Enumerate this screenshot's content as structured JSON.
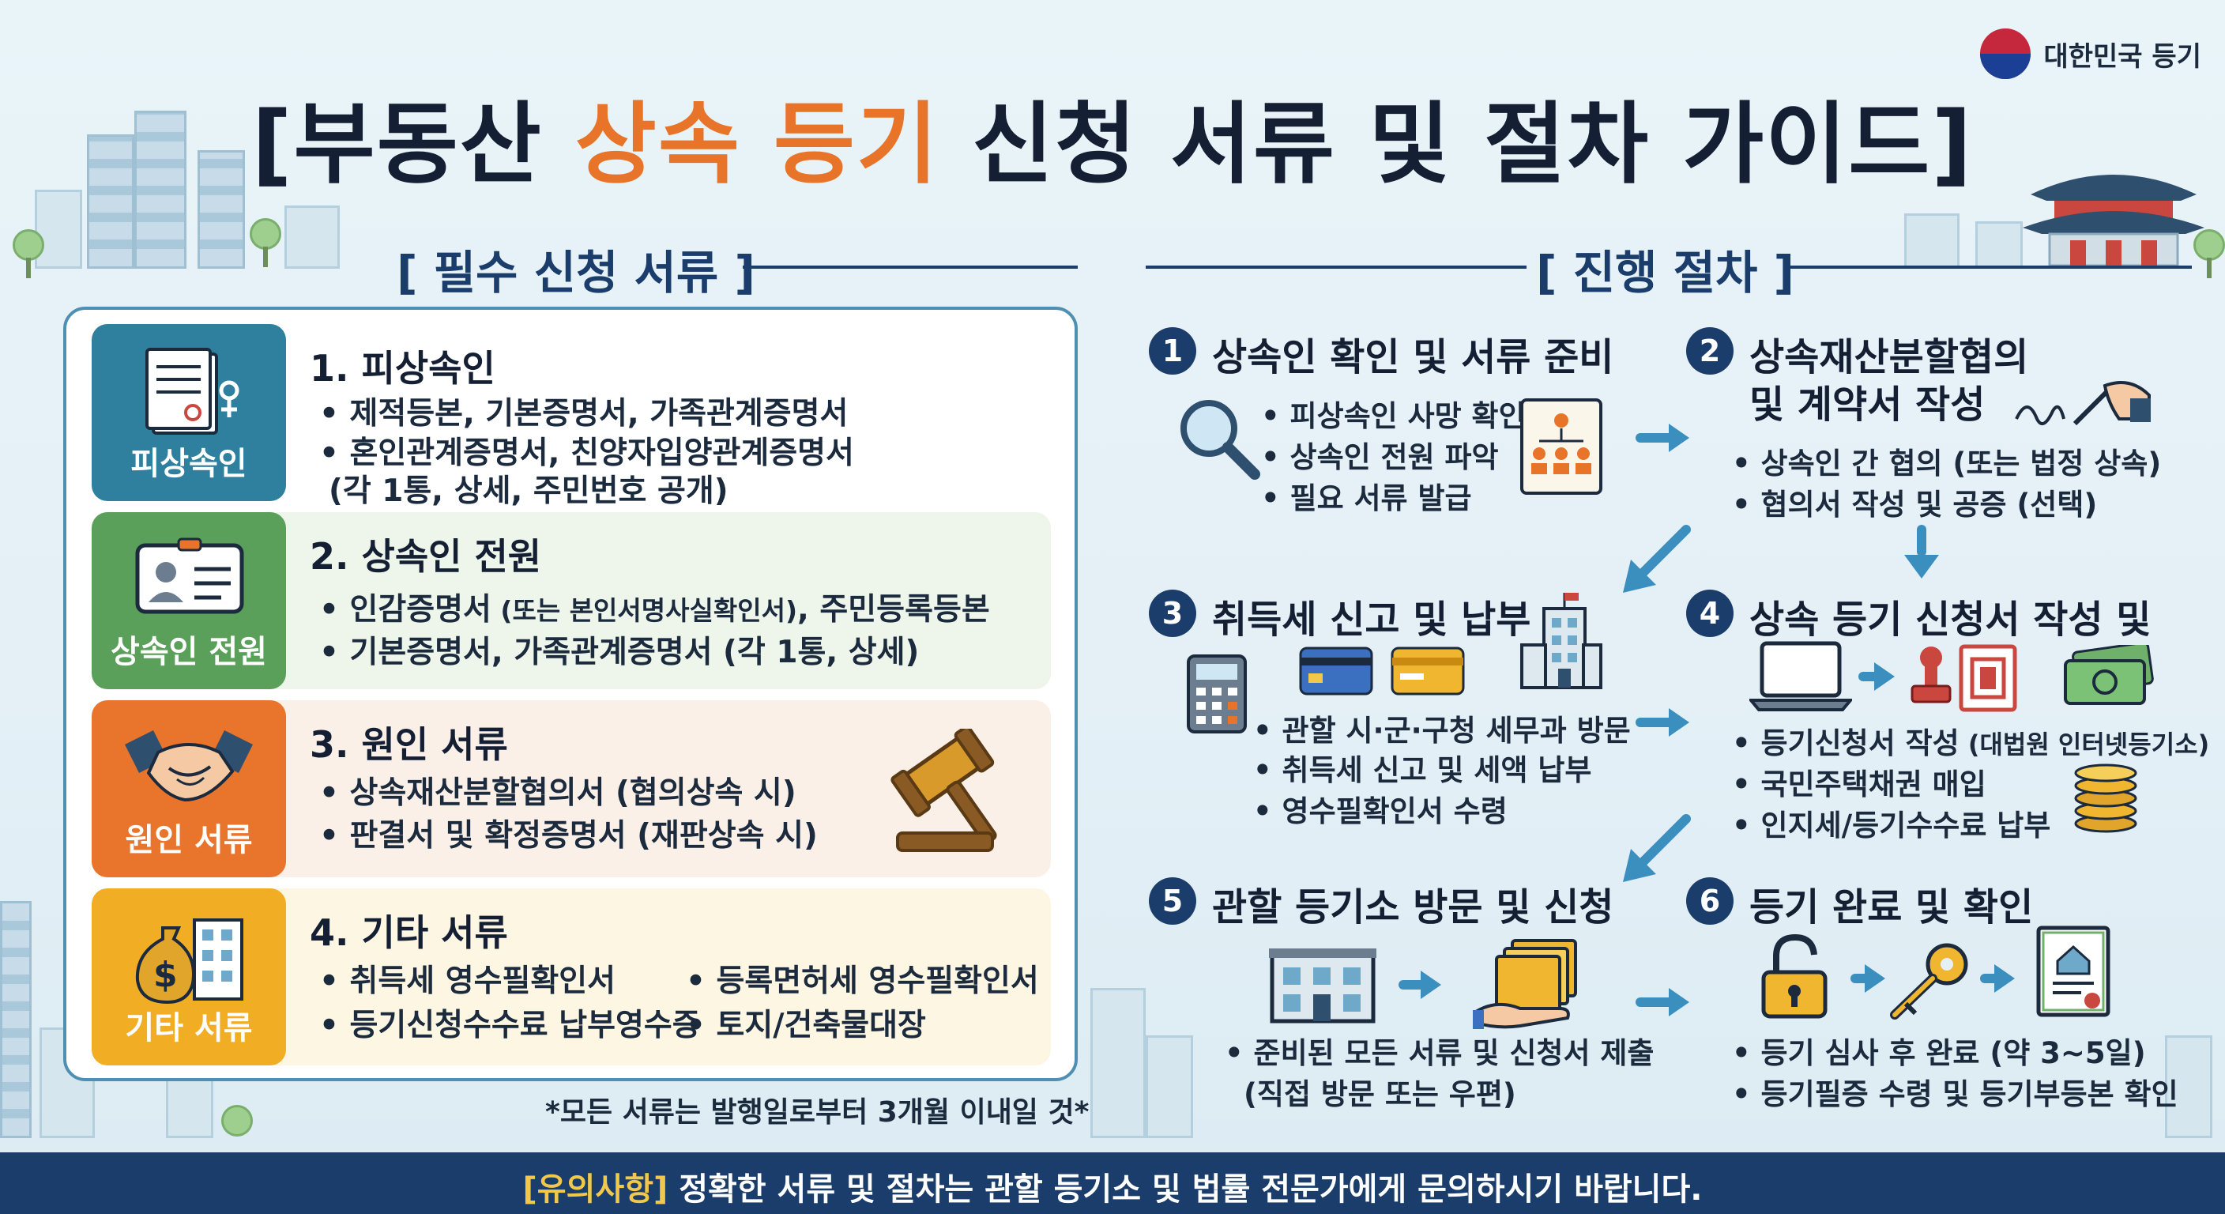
{
  "header": {
    "title_pre": "[부동산 ",
    "title_accent": "상속 등기",
    "title_post": " 신청 서류 및 절차 가이드]",
    "org_name": "대한민국 등기"
  },
  "colors": {
    "navy": "#1a3d6b",
    "accent_orange": "#e8742a",
    "badge_teal": "#2f7f9f",
    "badge_green": "#5aa05a",
    "badge_orange": "#e9742c",
    "badge_yellow": "#f1ad23",
    "arrow_blue": "#3b8fbf"
  },
  "documents": {
    "heading": "[ 필수 신청 서류 ]",
    "footnote": "*모든 서류는 발행일로부터 3개월 이내일 것*",
    "items": [
      {
        "badge": "피상속인",
        "icon": "document-gender-icon",
        "title": "1. 피상속인",
        "lines": [
          "제적등본, 기본증명서, 가족관계증명서",
          "혼인관계증명서, 친양자입양관계증명서",
          "(각 1통, 상세, 주민번호 공개)"
        ]
      },
      {
        "badge": "상속인 전원",
        "icon": "id-card-icon",
        "title": "2. 상속인 전원",
        "line1_main": "인감증명서",
        "line1_small": " (또는 본인서명사실확인서)",
        "line1_rest": ", 주민등록등본",
        "line2": "기본증명서,   가족관계증명서 (각 1통, 상세)"
      },
      {
        "badge": "원인 서류",
        "icon": "handshake-icon",
        "title": "3. 원인 서류",
        "lines": [
          "상속재산분할협의서 (협의상속 시)",
          "판결서 및 확정증명서 (재판상속 시)"
        ],
        "side_icon": "gavel-icon"
      },
      {
        "badge": "기타 서류",
        "icon": "money-bag-building-icon",
        "title": "4. 기타 서류",
        "lines": [
          "취득세 영수필확인서",
          "등록면허세 영수필확인서",
          "등기신청수수료 납부영수증",
          "토지/건축물대장"
        ]
      }
    ]
  },
  "procedure": {
    "heading": "[ 진행 절차 ]",
    "steps": [
      {
        "num": "1",
        "title": "상속인 확인 및 서류 준비",
        "lines": [
          "피상속인 사망 확인",
          "상속인 전원 파악",
          "필요 서류 발급"
        ],
        "icons": [
          "magnifier-icon",
          "family-tree-scroll-icon"
        ]
      },
      {
        "num": "2",
        "title_line1": "상속재산분할협의",
        "title_line2": "및 계약서 작성",
        "lines": [
          "상속인 간 협의 (또는 법정 상속)",
          "협의서 작성 및 공증 (선택)"
        ],
        "icons": [
          "signing-hand-icon"
        ]
      },
      {
        "num": "3",
        "title": "취득세 신고 및 납부",
        "lines": [
          "관할 시·군·구청 세무과 방문",
          "취득세 신고 및 세액 납부",
          "영수필확인서 수령"
        ],
        "icons": [
          "calculator-icon",
          "credit-card-icon",
          "gold-card-icon",
          "city-hall-icon"
        ]
      },
      {
        "num": "4",
        "title": "상속 등기 신청서 작성 및",
        "line1_main": "등기신청서 작성",
        "line1_small": " (대법원 인터넷등기소)",
        "lines_rest": [
          "국민주택채권 매입",
          "인지세/등기수수료 납부"
        ],
        "icons": [
          "laptop-icon",
          "stamp-icon",
          "cash-icon",
          "coin-stack-icon"
        ]
      },
      {
        "num": "5",
        "title": "관할 등기소 방문 및 신청",
        "lines": [
          "준비된 모든 서류 및 신청서 제출",
          "(직접 방문 또는 우편)"
        ],
        "icons": [
          "registry-office-icon",
          "folder-hand-icon"
        ]
      },
      {
        "num": "6",
        "title": "등기 완료 및 확인",
        "lines": [
          "등기 심사 후 완료 (약 3~5일)",
          "등기필증 수령 및 등기부등본 확인"
        ],
        "icons": [
          "unlock-icon",
          "key-icon",
          "certificate-icon"
        ]
      }
    ]
  },
  "footer": {
    "label": "[유의사항]",
    "text": " 정확한 서류 및 절차는 관할 등기소 및 법률 전문가에게 문의하시기 바랍니다."
  }
}
